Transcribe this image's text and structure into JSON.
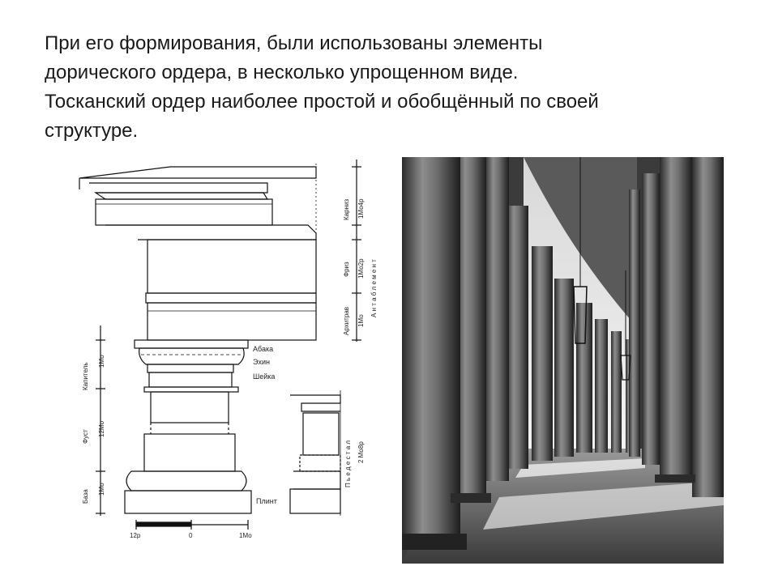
{
  "slide": {
    "text_lines": [
      "При его формирования, были использованы элементы",
      "дорического ордера, в несколько упрощенном виде.",
      "Тосканский ордер наиболее простой и обобщённый по своей",
      "структуре."
    ]
  },
  "drawing": {
    "labels": {
      "abaka": "Абака",
      "ekhin": "Эхин",
      "sheika": "Шейка",
      "plint": "Плинт",
      "kapitel": "Капитель",
      "kapitel_mod": "1Мо",
      "fust": "Фуст",
      "fust_mod": "12Мо",
      "baza": "База",
      "baza_mod": "1Мо",
      "karniz": "Карниз",
      "karniz_mod": "1Мо4р",
      "friz": "Фриз",
      "friz_mod": "1Мо2р",
      "arkhitrav": "Архитрав",
      "arkhitrav_mod": "1Мо",
      "antablement": "А н т а б л е м е н т",
      "pyedestal": "П ь е д е с т а л",
      "pyedestal_mod": "2 Мо8р",
      "scale_left": "12р",
      "scale_mid": "0",
      "scale_right": "1Мо"
    }
  }
}
